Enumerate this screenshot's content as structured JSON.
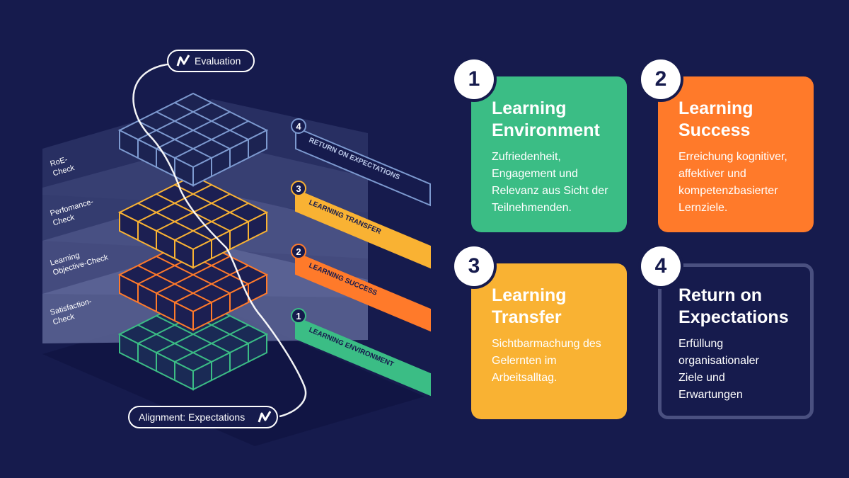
{
  "diagram": {
    "evaluation_label": "Evaluation",
    "alignment_label": "Alignment: Expectations",
    "checks": [
      {
        "line1": "RoE-",
        "line2": "Check"
      },
      {
        "line1": "Perfomance-",
        "line2": "Check"
      },
      {
        "line1": "Learning",
        "line2": "Objective-Check"
      },
      {
        "line1": "Satisfaction-",
        "line2": "Check"
      }
    ],
    "levels": [
      {
        "number": "4",
        "label": "RETURN ON EXPECTATIONS",
        "color": "#7d9ad0"
      },
      {
        "number": "3",
        "label": "LEARNING TRANSFER",
        "color": "#f9b233"
      },
      {
        "number": "2",
        "label": "LEARNING SUCCESS",
        "color": "#ff7a2a"
      },
      {
        "number": "1",
        "label": "LEARNING ENVIRONMENT",
        "color": "#3bbd85"
      }
    ]
  },
  "cards": [
    {
      "number": "1",
      "title": "Learning Environment",
      "text": "Zufriedenheit, Engagement und Relevanz aus Sicht der Teilnehmenden.",
      "color": "#3bbd85"
    },
    {
      "number": "2",
      "title": "Learning Success",
      "text": "Erreichung kognitiver, affektiver und kompetenzbasierter Lernziele.",
      "color": "#ff7a2a"
    },
    {
      "number": "3",
      "title": "Learning Transfer",
      "text": "Sichtbarmachung des Gelernten im Arbeitsalltag.",
      "color": "#f9b233"
    },
    {
      "number": "4",
      "title": "Return on Expectations",
      "text": "Erfüllung organisationaler Ziele und Erwartungen",
      "color": "#161b4d",
      "border": "#4a5080"
    }
  ]
}
